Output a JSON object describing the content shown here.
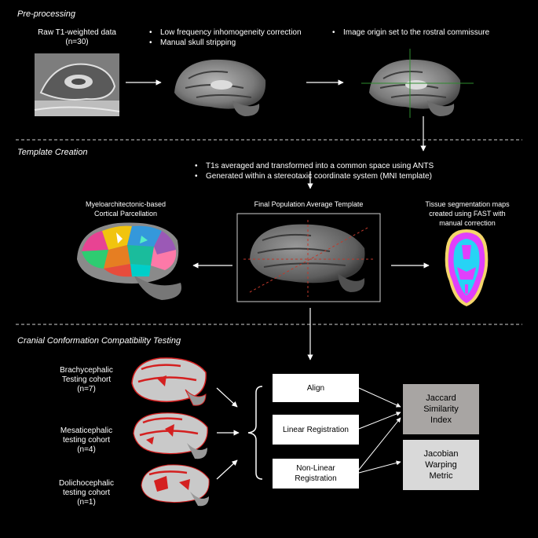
{
  "sections": {
    "preprocessing": "Pre-processing",
    "template_creation": "Template Creation",
    "testing": "Cranial Conformation Compatibility Testing"
  },
  "preprocessing": {
    "raw_title": "Raw T1-weighted data",
    "raw_n": "(n=30)",
    "step1_a": "Low frequency inhomogeneity correction",
    "step1_b": "Manual skull stripping",
    "step2": "Image origin set to the rostral commissure"
  },
  "template": {
    "bullet_a": "T1s averaged and transformed into a common space using ANTS",
    "bullet_b": "Generated within a stereotaxic coordinate system (MNI template)",
    "final_label": "Final Population Average Template",
    "parcellation_a": "Myeloarchitectonic-based",
    "parcellation_b": "Cortical Parcellation",
    "tissue_a": "Tissue segmentation maps",
    "tissue_b": "created using FAST with",
    "tissue_c": "manual correction"
  },
  "testing": {
    "brachy_a": "Brachycephalic",
    "brachy_b": "Testing cohort",
    "brachy_n": "(n=7)",
    "mesati_a": "Mesaticephalic",
    "mesati_b": "testing cohort",
    "mesati_n": "(n=4)",
    "dolicho_a": "Dolichocephalic",
    "dolicho_b": "testing cohort",
    "dolicho_n": "(n=1)",
    "align": "Align",
    "linear": "Linear Registration",
    "nonlinear_a": "Non-Linear",
    "nonlinear_b": "Registration",
    "jaccard_a": "Jaccard",
    "jaccard_b": "Similarity",
    "jaccard_c": "Index",
    "jacobian_a": "Jacobian",
    "jacobian_b": "Warping",
    "jacobian_c": "Metric"
  },
  "colors": {
    "jaccard_bg": "#a8a5a3",
    "jacobian_bg": "#d9d9d9",
    "divider": "#cfcfcf"
  }
}
